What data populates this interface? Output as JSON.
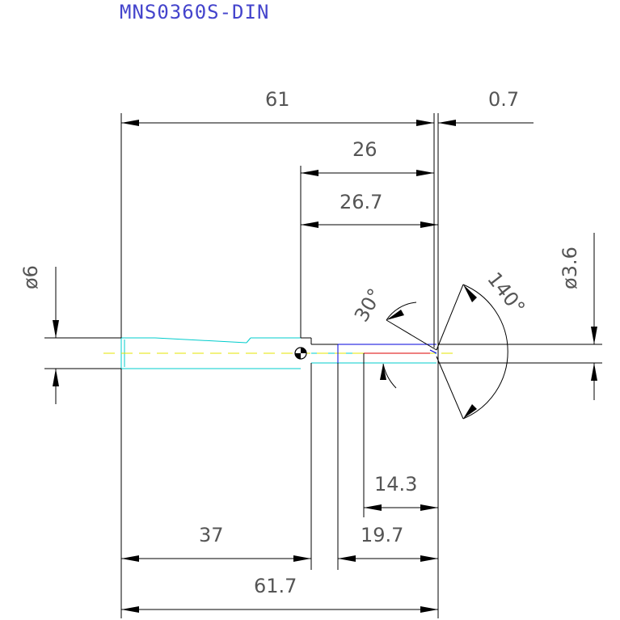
{
  "title": "MNS0360S-DIN",
  "dimensions": {
    "total_length": "61",
    "tip_offset": "0.7",
    "flute_length": "26",
    "flute_length_tip": "26.7",
    "shank_dia": "ø6",
    "tip_dia": "ø3.6",
    "tip_angle": "140°",
    "chamfer_angle": "30°",
    "neck_length": "14.3",
    "body_length": "19.7",
    "shank_length": "37",
    "overall_length": "61.7"
  },
  "colors": {
    "lines": "#000000",
    "outline": "#00cccc",
    "centerline": "#e6e600",
    "edge_blue": "#0000dd",
    "edge_red": "#dd0000",
    "title": "#4444cc",
    "text": "#555555"
  }
}
